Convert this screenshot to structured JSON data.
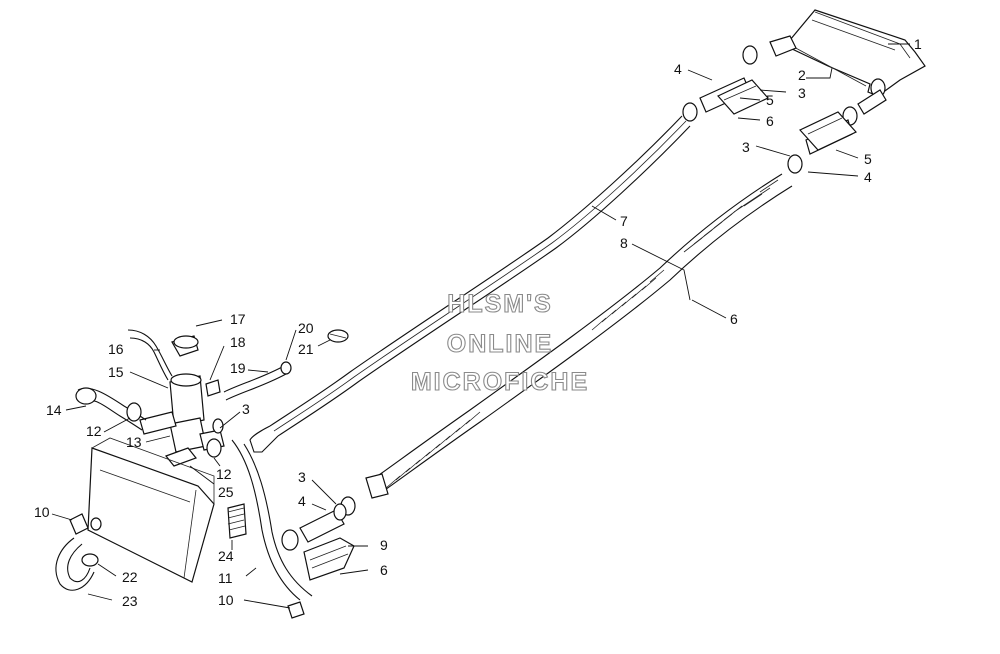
{
  "callouts": [
    {
      "id": "c1",
      "text": "1"
    },
    {
      "id": "c2",
      "text": "2"
    },
    {
      "id": "c3a",
      "text": "3"
    },
    {
      "id": "c4a",
      "text": "4"
    },
    {
      "id": "c5a",
      "text": "5"
    },
    {
      "id": "c6a",
      "text": "6"
    },
    {
      "id": "c3b",
      "text": "3"
    },
    {
      "id": "c5b",
      "text": "5"
    },
    {
      "id": "c4b",
      "text": "4"
    },
    {
      "id": "c7",
      "text": "7"
    },
    {
      "id": "c8",
      "text": "8"
    },
    {
      "id": "c6b",
      "text": "6"
    },
    {
      "id": "c17",
      "text": "17"
    },
    {
      "id": "c20",
      "text": "20"
    },
    {
      "id": "c16",
      "text": "16"
    },
    {
      "id": "c18",
      "text": "18"
    },
    {
      "id": "c21",
      "text": "21"
    },
    {
      "id": "c15",
      "text": "15"
    },
    {
      "id": "c19",
      "text": "19"
    },
    {
      "id": "c14",
      "text": "14"
    },
    {
      "id": "c3c",
      "text": "3"
    },
    {
      "id": "c12a",
      "text": "12"
    },
    {
      "id": "c13",
      "text": "13"
    },
    {
      "id": "c12b",
      "text": "12"
    },
    {
      "id": "c25",
      "text": "25"
    },
    {
      "id": "c10a",
      "text": "10"
    },
    {
      "id": "c24",
      "text": "24"
    },
    {
      "id": "c22",
      "text": "22"
    },
    {
      "id": "c11",
      "text": "11"
    },
    {
      "id": "c23",
      "text": "23"
    },
    {
      "id": "c10b",
      "text": "10"
    },
    {
      "id": "c3d",
      "text": "3"
    },
    {
      "id": "c4c",
      "text": "4"
    },
    {
      "id": "c9",
      "text": "9"
    },
    {
      "id": "c6c",
      "text": "6"
    }
  ],
  "watermark": {
    "line1": "HLSM'S",
    "line2": "ONLINE",
    "line3": "MICROFICHE"
  }
}
